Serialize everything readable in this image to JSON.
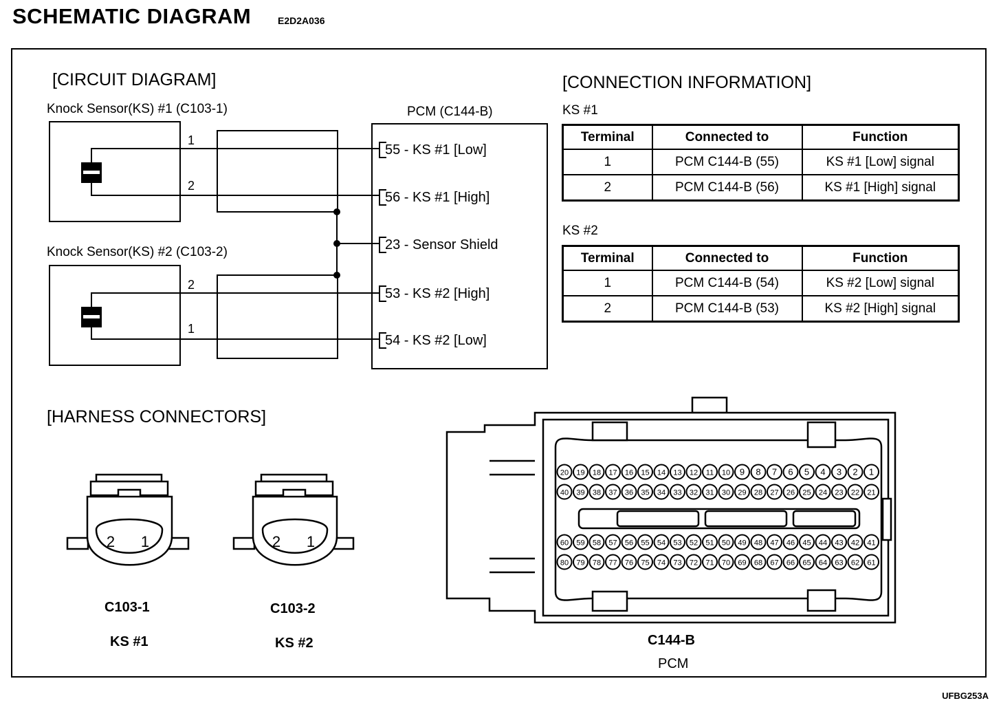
{
  "header": {
    "title": "SCHEMATIC DIAGRAM",
    "code": "E2D2A036",
    "figure_code": "UFBG253A"
  },
  "circuit": {
    "title": "[CIRCUIT DIAGRAM]",
    "ks1_label": "Knock Sensor(KS) #1 (C103-1)",
    "ks2_label": "Knock Sensor(KS) #2 (C103-2)",
    "pcm_label": "PCM (C144-B)",
    "ks1_wires": [
      "1",
      "2"
    ],
    "ks2_wires": [
      "2",
      "1"
    ],
    "pcm_pins": [
      "55 - KS #1 [Low]",
      "56 - KS #1 [High]",
      "23 - Sensor Shield",
      "53 - KS #2 [High]",
      "54 - KS #2 [Low]"
    ]
  },
  "connection": {
    "title": "[CONNECTION INFORMATION]",
    "headers": [
      "Terminal",
      "Connected to",
      "Function"
    ],
    "tables": [
      {
        "label": "KS #1",
        "rows": [
          [
            "1",
            "PCM C144-B (55)",
            "KS #1 [Low] signal"
          ],
          [
            "2",
            "PCM C144-B (56)",
            "KS #1 [High] signal"
          ]
        ]
      },
      {
        "label": "KS #2",
        "rows": [
          [
            "1",
            "PCM C144-B (54)",
            "KS #2 [Low] signal"
          ],
          [
            "2",
            "PCM C144-B (53)",
            "KS #2 [High] signal"
          ]
        ]
      }
    ]
  },
  "harness": {
    "title": "[HARNESS CONNECTORS]",
    "connectors": [
      {
        "name": "C103-1",
        "sub": "KS #1",
        "pins": [
          "2",
          "1"
        ]
      },
      {
        "name": "C103-2",
        "sub": "KS #2",
        "pins": [
          "2",
          "1"
        ]
      },
      {
        "name": "C144-B",
        "sub": "PCM"
      }
    ],
    "pcm_rows": [
      [
        "20",
        "19",
        "18",
        "17",
        "16",
        "15",
        "14",
        "13",
        "12",
        "11",
        "10",
        "9",
        "8",
        "7",
        "6",
        "5",
        "4",
        "3",
        "2",
        "1"
      ],
      [
        "40",
        "39",
        "38",
        "37",
        "36",
        "35",
        "34",
        "33",
        "32",
        "31",
        "30",
        "29",
        "28",
        "27",
        "26",
        "25",
        "24",
        "23",
        "22",
        "21"
      ],
      [
        "60",
        "59",
        "58",
        "57",
        "56",
        "55",
        "54",
        "53",
        "52",
        "51",
        "50",
        "49",
        "48",
        "47",
        "46",
        "45",
        "44",
        "43",
        "42",
        "41"
      ],
      [
        "80",
        "79",
        "78",
        "77",
        "76",
        "75",
        "74",
        "73",
        "72",
        "71",
        "70",
        "69",
        "68",
        "67",
        "66",
        "65",
        "64",
        "63",
        "62",
        "61"
      ]
    ]
  }
}
